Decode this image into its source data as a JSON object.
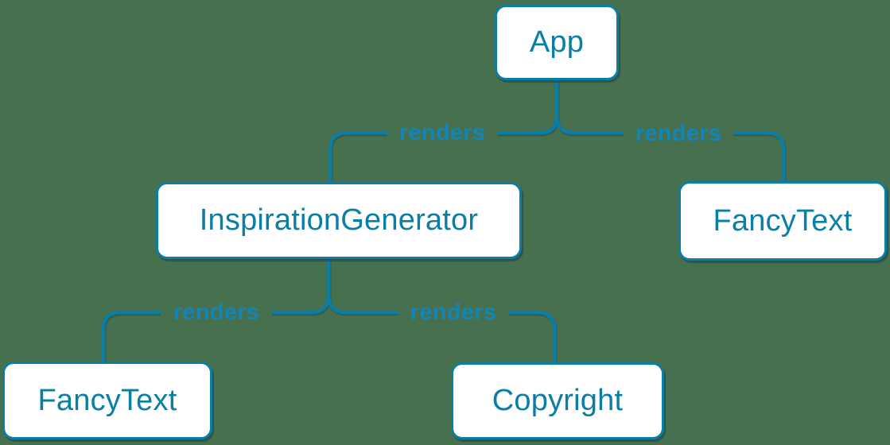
{
  "diagram": {
    "type": "render-tree",
    "background_color": "#47704F",
    "colors": {
      "line": "#0C7DA5",
      "box_border": "#0C7DA5",
      "box_background": "#FFFFFF",
      "box_text": "#0A7EA4",
      "edge_label_text": "#1286B8"
    },
    "nodes": [
      {
        "id": "app",
        "label": "App"
      },
      {
        "id": "inspiration-generator",
        "label": "InspirationGenerator"
      },
      {
        "id": "fancy-text-top",
        "label": "FancyText"
      },
      {
        "id": "fancy-text-bottom",
        "label": "FancyText"
      },
      {
        "id": "copyright",
        "label": "Copyright"
      }
    ],
    "edges": [
      {
        "from": "App",
        "to": "InspirationGenerator",
        "label": "renders"
      },
      {
        "from": "App",
        "to": "FancyText",
        "label": "renders"
      },
      {
        "from": "InspirationGenerator",
        "to": "FancyText",
        "label": "renders"
      },
      {
        "from": "InspirationGenerator",
        "to": "Copyright",
        "label": "renders"
      }
    ]
  }
}
